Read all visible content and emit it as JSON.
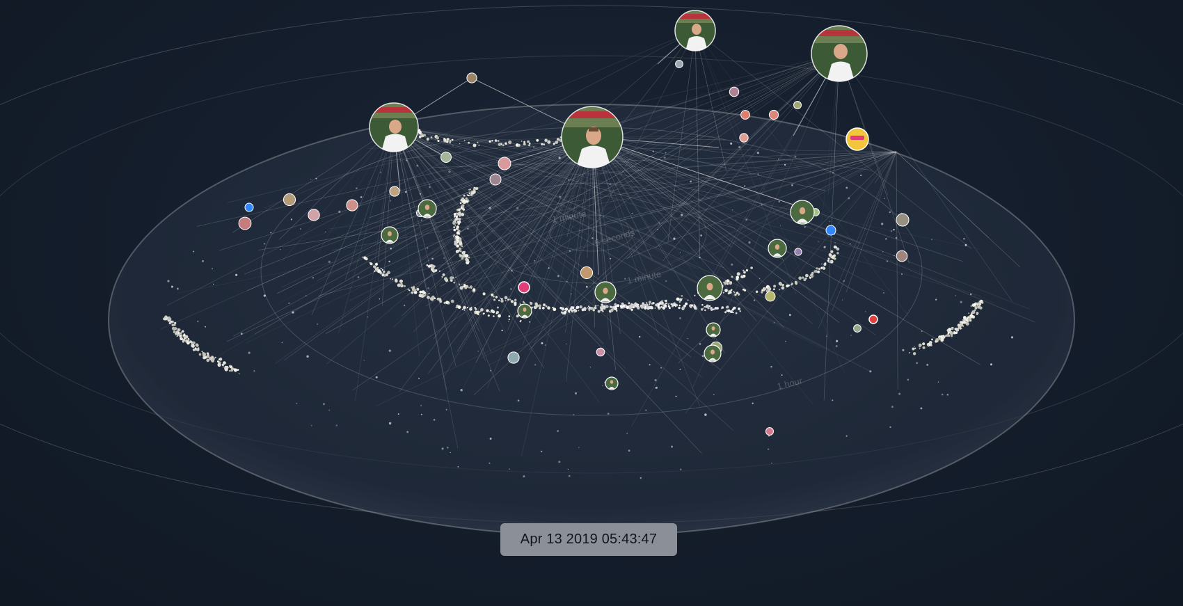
{
  "visualization": {
    "background_color": "#131c29",
    "disc_color": "#2a3443",
    "edge_color": "#ffffff",
    "ring_labels": [
      "1 hour",
      "1 minute",
      "5 seconds",
      "1 minute"
    ],
    "timestamp": "Apr 13 2019 05:43:47"
  },
  "nodes": [
    {
      "id": "central-profile",
      "kind": "profile-photo"
    },
    {
      "id": "left-profile",
      "kind": "profile-photo"
    },
    {
      "id": "top-profile-1",
      "kind": "profile-photo"
    },
    {
      "id": "top-profile-2",
      "kind": "profile-photo"
    },
    {
      "id": "yellow-avatar",
      "kind": "avatar",
      "color": "#f3c53a"
    },
    {
      "id": "blue-avatar",
      "kind": "avatar",
      "color": "#2f86ff"
    },
    {
      "id": "pink-avatar",
      "kind": "avatar",
      "color": "#e23d7a"
    },
    {
      "id": "red-avatar",
      "kind": "avatar",
      "color": "#e04040"
    }
  ]
}
